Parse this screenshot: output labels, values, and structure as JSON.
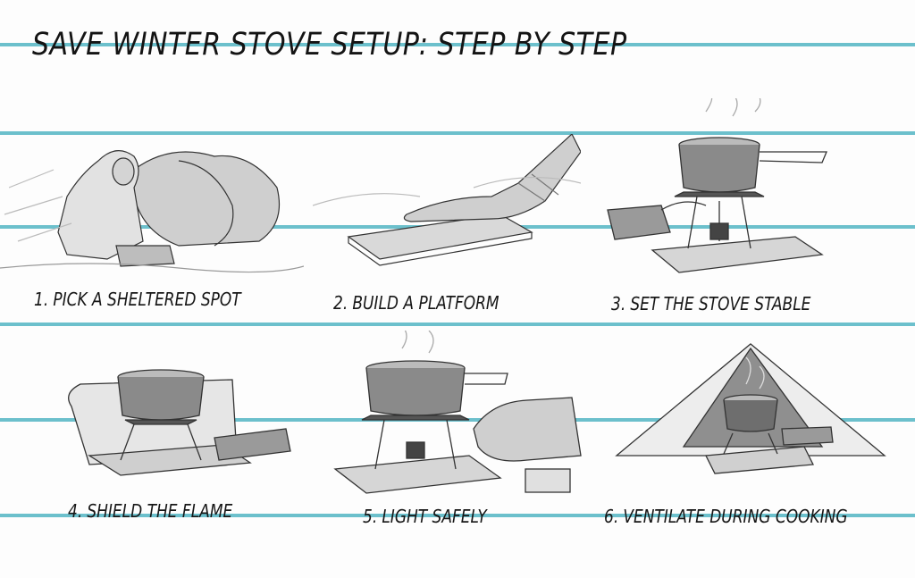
{
  "title": "SAVE WINTER STOVE SETUP: STEP BY STEP",
  "colors": {
    "rule_line": "#6cc0cc",
    "ink": "#161616",
    "paper": "#fdfdfd"
  },
  "rules_y": [
    50,
    149,
    254,
    363,
    470,
    577
  ],
  "steps": [
    {
      "number": "1.",
      "label": "PICK A SHELTERED SPOT",
      "illustration": "person-kneeling-by-rock-icon"
    },
    {
      "number": "2.",
      "label": "BUILD A PLATFORM",
      "illustration": "hand-placing-board-icon"
    },
    {
      "number": "3.",
      "label": "SET THE STOVE STABLE",
      "illustration": "stove-with-pot-on-board-icon"
    },
    {
      "number": "4.",
      "label": "SHIELD THE FLAME",
      "illustration": "windscreen-around-stove-icon"
    },
    {
      "number": "5.",
      "label": "LIGHT SAFELY",
      "illustration": "hand-lighting-stove-icon"
    },
    {
      "number": "6.",
      "label": "VENTILATE DURING COOKING",
      "illustration": "stove-in-tent-vestibule-icon"
    }
  ]
}
